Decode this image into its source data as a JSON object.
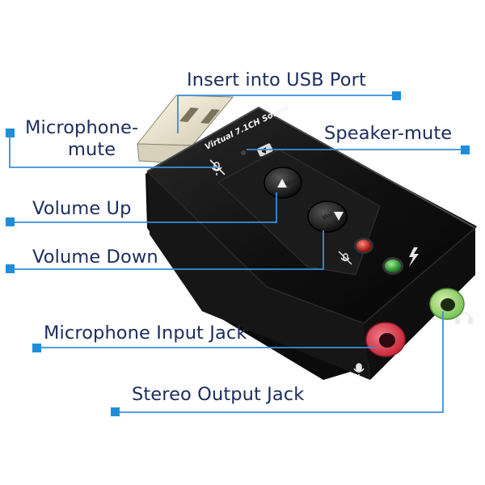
{
  "labels": {
    "usb": "Insert into USB Port",
    "speaker_mute": "Speaker-mute",
    "mic_mute_line1": "Microphone-",
    "mic_mute_line2": "mute",
    "volume_up": "Volume Up",
    "volume_down": "Volume Down",
    "mic_jack": "Microphone Input Jack",
    "stereo_jack": "Stereo Output Jack"
  },
  "device": {
    "casing_text": "Virtual 7.1CH Sound",
    "vol_button_label": "Vol"
  },
  "icons": [
    "microphone-mute-icon",
    "speaker-mute-icon",
    "headphone-icon",
    "microphone-icon",
    "lightning-icon"
  ],
  "colors": {
    "label_text": "#1b2d5c",
    "leader_line": "#3a8fd8",
    "marker": "#1e8ed9",
    "casing": "#141414",
    "mic_jack": "#d63a4a",
    "stereo_jack": "#8ed36a",
    "led_red": "#c0181a",
    "led_green": "#2fa43a"
  }
}
